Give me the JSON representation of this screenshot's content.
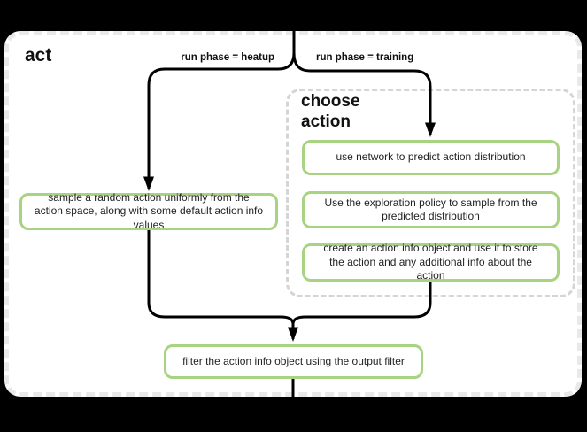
{
  "colors": {
    "page_background": "#000000",
    "sheet_background": "#ffffff",
    "node_border_green": "#a8d382",
    "edge_line": "#000000",
    "cluster_border": "#d5d5d5",
    "sheet_border_dash": "#e9e9e9",
    "text": "#222222"
  },
  "diagram": {
    "title": "act",
    "edges": {
      "heatup_label": "run phase = heatup",
      "training_label": "run phase = training"
    },
    "cluster": {
      "title": "choose action",
      "nodes": [
        {
          "label": "use network to predict action distribution"
        },
        {
          "label": "Use the exploration policy to sample from the predicted distribution"
        },
        {
          "label": "create an action info object and use it to store the action and any additional info about the action"
        }
      ]
    },
    "nodes": {
      "heatup_action": {
        "label": "sample a random action uniformly from the action space, along with some default action info values"
      },
      "filter_output": {
        "label": "filter the action info object using the output filter"
      }
    }
  }
}
